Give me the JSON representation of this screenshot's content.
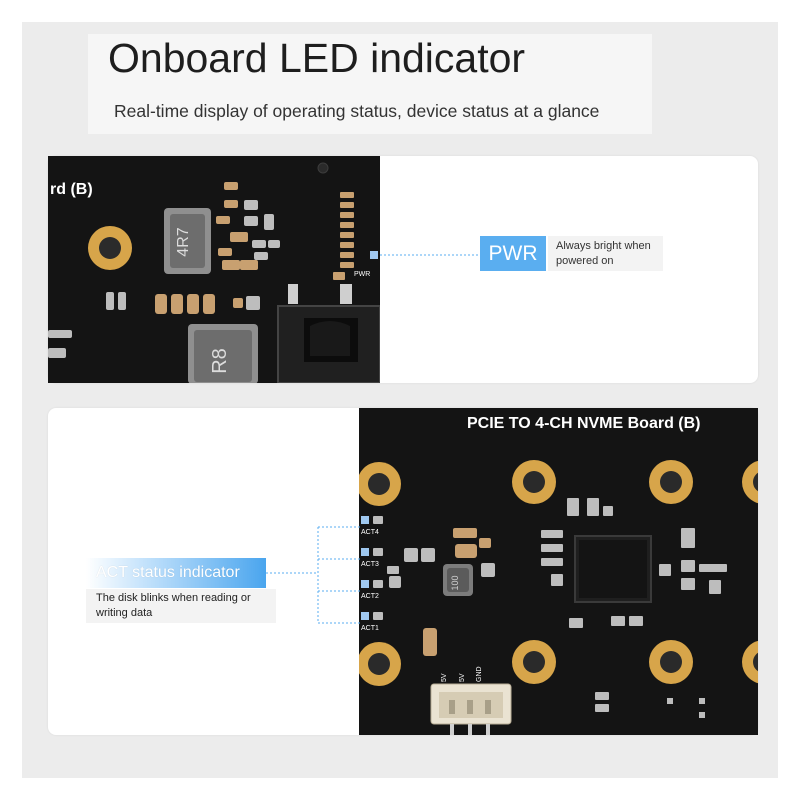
{
  "header": {
    "title": "Onboard LED indicator",
    "subtitle": "Real-time display of operating status, device status at a glance"
  },
  "pwr_callout": {
    "label": "PWR",
    "description": "Always bright when powered on"
  },
  "act_callout": {
    "label": "ACT status indicator",
    "description": "The disk blinks when reading or writing data"
  },
  "board1_silkscreen": {
    "title_fragment": "rd (B)",
    "pwr_mark": "PWR",
    "inductor_top": "4R7",
    "inductor_bottom": "R8"
  },
  "board2_silkscreen": {
    "title": "PCIE TO 4-CH NVME Board (B)",
    "act_labels": [
      "ACT4",
      "ACT3",
      "ACT2",
      "ACT1"
    ],
    "power_labels": [
      "5V",
      "5V",
      "GND"
    ],
    "chip_mark": "100"
  },
  "colors": {
    "accent_blue": "#5aaef0",
    "pcb_black": "#141414",
    "gold_pad": "#d7a54a"
  }
}
